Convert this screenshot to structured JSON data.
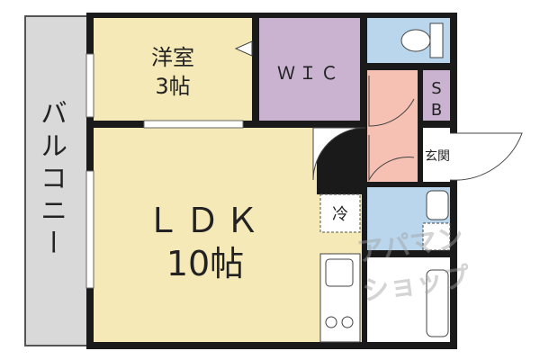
{
  "balcony_label": "バルコニー",
  "rooms": {
    "western": {
      "name": "洋室",
      "size": "3帖"
    },
    "wic": "ＷＩＣ",
    "sb": {
      "top": "S",
      "bottom": "B"
    },
    "entrance": "玄関",
    "ldk": {
      "name": "ＬＤＫ",
      "size": "10帖"
    },
    "fridge": "冷"
  },
  "watermark": {
    "line1": "アパマン",
    "line2": "ショップ"
  },
  "colors": {
    "balcony": "#d9d9d9",
    "western": "#f5e9b8",
    "ldk": "#f5e9b8",
    "wic": "#c9b3d1",
    "sb": "#c9b3d1",
    "wet": "#b9d6ec",
    "hall": "#f6c1b2",
    "wall": "#1a1a1a"
  }
}
